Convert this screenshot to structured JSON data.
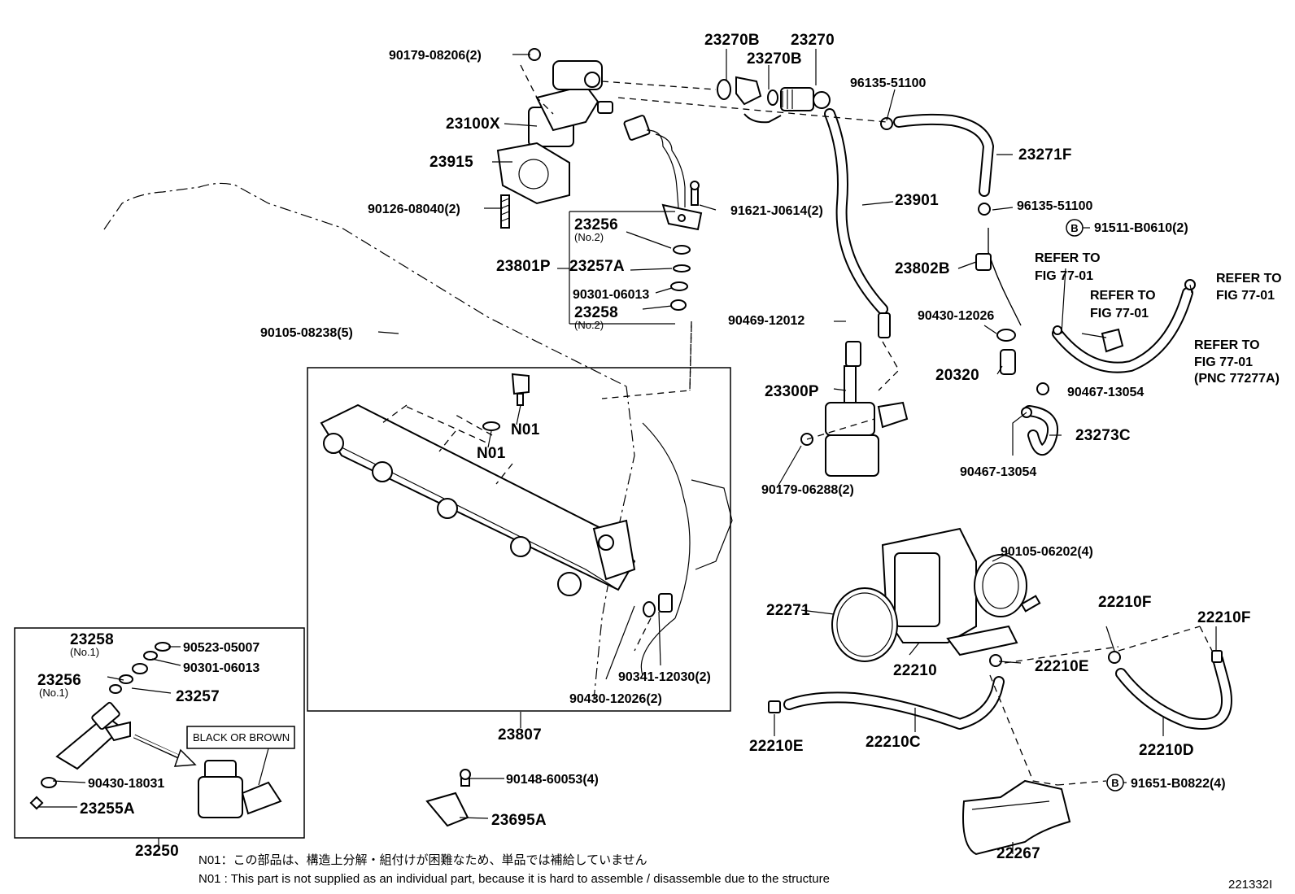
{
  "labels": {
    "p90179_08206": "90179-08206(2)",
    "p23100X": "23100X",
    "p23915": "23915",
    "p90126_08040": "90126-08040(2)",
    "p23270B_a": "23270B",
    "p23270": "23270",
    "p23270B_b": "23270B",
    "p96135_51100_a": "96135-51100",
    "p23271F": "23271F",
    "p91621_J0614": "91621-J0614(2)",
    "p23901": "23901",
    "p96135_51100_b": "96135-51100",
    "p91511_B0610": "91511-B0610(2)",
    "p23256_no2": "23256",
    "p23256_no2_sub": "(No.2)",
    "p23801P": "23801P",
    "p23257A": "23257A",
    "p90301_06013_a": "90301-06013",
    "p23258_no2": "23258",
    "p23258_no2_sub": "(No.2)",
    "p23802B": "23802B",
    "refer1a": "REFER TO",
    "refer1b": "FIG 77-01",
    "refer2a": "REFER TO",
    "refer2b": "FIG 77-01",
    "refer3a": "REFER TO",
    "refer3b": "FIG 77-01",
    "refer4a": "REFER TO",
    "refer4b": "FIG 77-01",
    "refer4c": "(PNC 77277A)",
    "p90105_08238": "90105-08238(5)",
    "p90469_12012": "90469-12012",
    "p90430_12026_a": "90430-12026",
    "p20320": "20320",
    "p23300P": "23300P",
    "p90467_13054_a": "90467-13054",
    "p23273C": "23273C",
    "p90467_13054_b": "90467-13054",
    "p90179_06288": "90179-06288(2)",
    "n01_a": "N01",
    "n01_b": "N01",
    "p90105_06202": "90105-06202(4)",
    "p22271": "22271",
    "p22210": "22210",
    "p22210F_a": "22210F",
    "p22210F_b": "22210F",
    "p22210E_a": "22210E",
    "p22210E_b": "22210E",
    "p22210C": "22210C",
    "p22210D": "22210D",
    "p90341_12030": "90341-12030(2)",
    "p90430_12026_b": "90430-12026(2)",
    "p23807": "23807",
    "p23258_no1": "23258",
    "p23258_no1_sub": "(No.1)",
    "p90523_05007": "90523-05007",
    "p90301_06013_b": "90301-06013",
    "p23256_no1": "23256",
    "p23256_no1_sub": "(No.1)",
    "p23257": "23257",
    "black_or_brown": "BLACK OR BROWN",
    "p90430_18031": "90430-18031",
    "p23255A": "23255A",
    "p23250": "23250",
    "p90148_60053": "90148-60053(4)",
    "p23695A": "23695A",
    "p91651_B0822": "91651-B0822(4)",
    "p22267": "22267",
    "b_mark_1": "B",
    "b_mark_2": "B"
  },
  "notes": {
    "jp": "N01：この部品は、構造上分解・組付けが困難なため、単品では補給していません",
    "en": "N01 : This part is not supplied as an individual part, because it is hard to assemble / disassemble due to the structure"
  },
  "figure_id": "221332I"
}
